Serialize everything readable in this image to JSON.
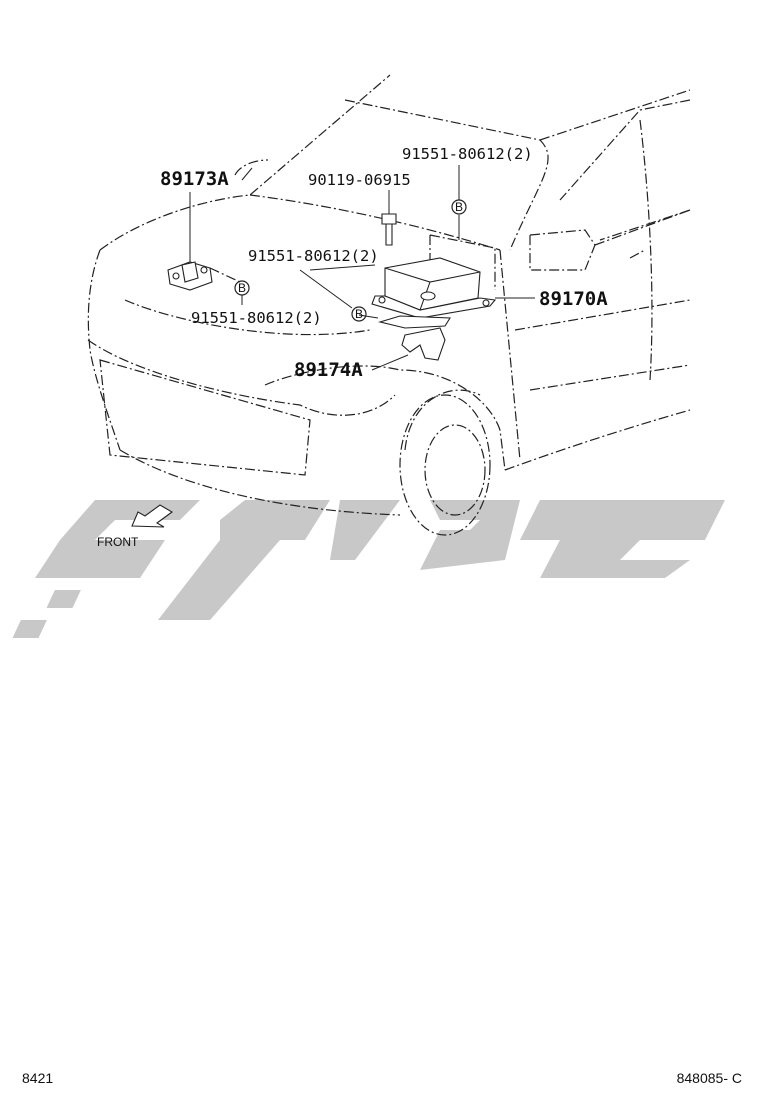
{
  "labels": {
    "p89173A": "89173A",
    "p90119": "90119-06915",
    "p91551_top": "91551-80612(2)",
    "p91551_mid": "91551-80612(2)",
    "p91551_left": "91551-80612(2)",
    "p89170A": "89170A",
    "p89174A": "89174A",
    "front": "FRONT",
    "b_marker": "B"
  },
  "footer": {
    "left_code": "8421",
    "right_code": "848085- C"
  },
  "watermark": {
    "color": "#c8c8c8"
  }
}
